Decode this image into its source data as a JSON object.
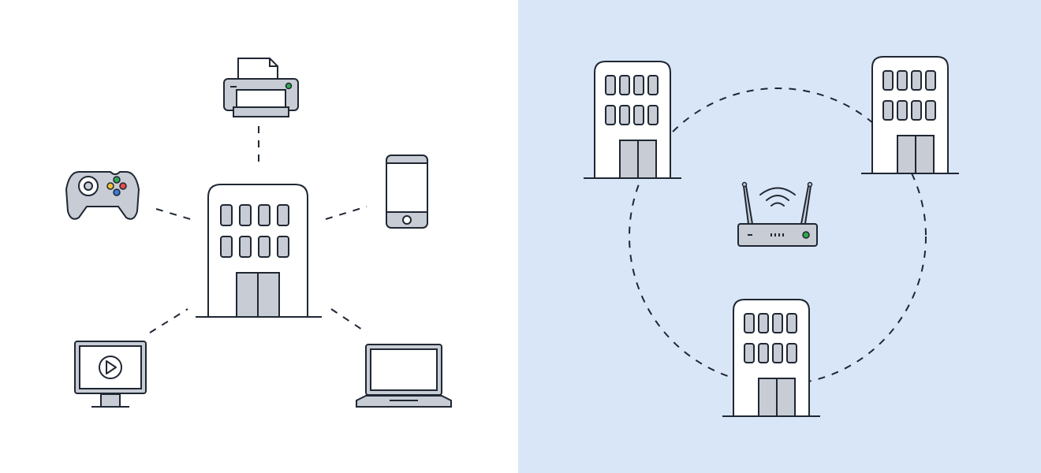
{
  "colors": {
    "stroke": "#1f2733",
    "fill_light": "#ffffff",
    "fill_gray": "#c8ccd4",
    "left_background": "#ffffff",
    "right_background": "#d9e6f7",
    "led_green": "#2ea84a",
    "button_green": "#35a853",
    "button_yellow": "#f2c12e",
    "button_red": "#e84a4a",
    "button_blue": "#3a7bd5"
  },
  "left_diagram": {
    "hub": "office-building",
    "connected_devices": [
      "printer",
      "smartphone",
      "game-controller",
      "monitor-video",
      "laptop"
    ],
    "link_style": "dashed"
  },
  "right_diagram": {
    "nodes": [
      "office-building",
      "office-building",
      "office-building"
    ],
    "center": "wifi-router",
    "link_style": "dashed-circle"
  }
}
